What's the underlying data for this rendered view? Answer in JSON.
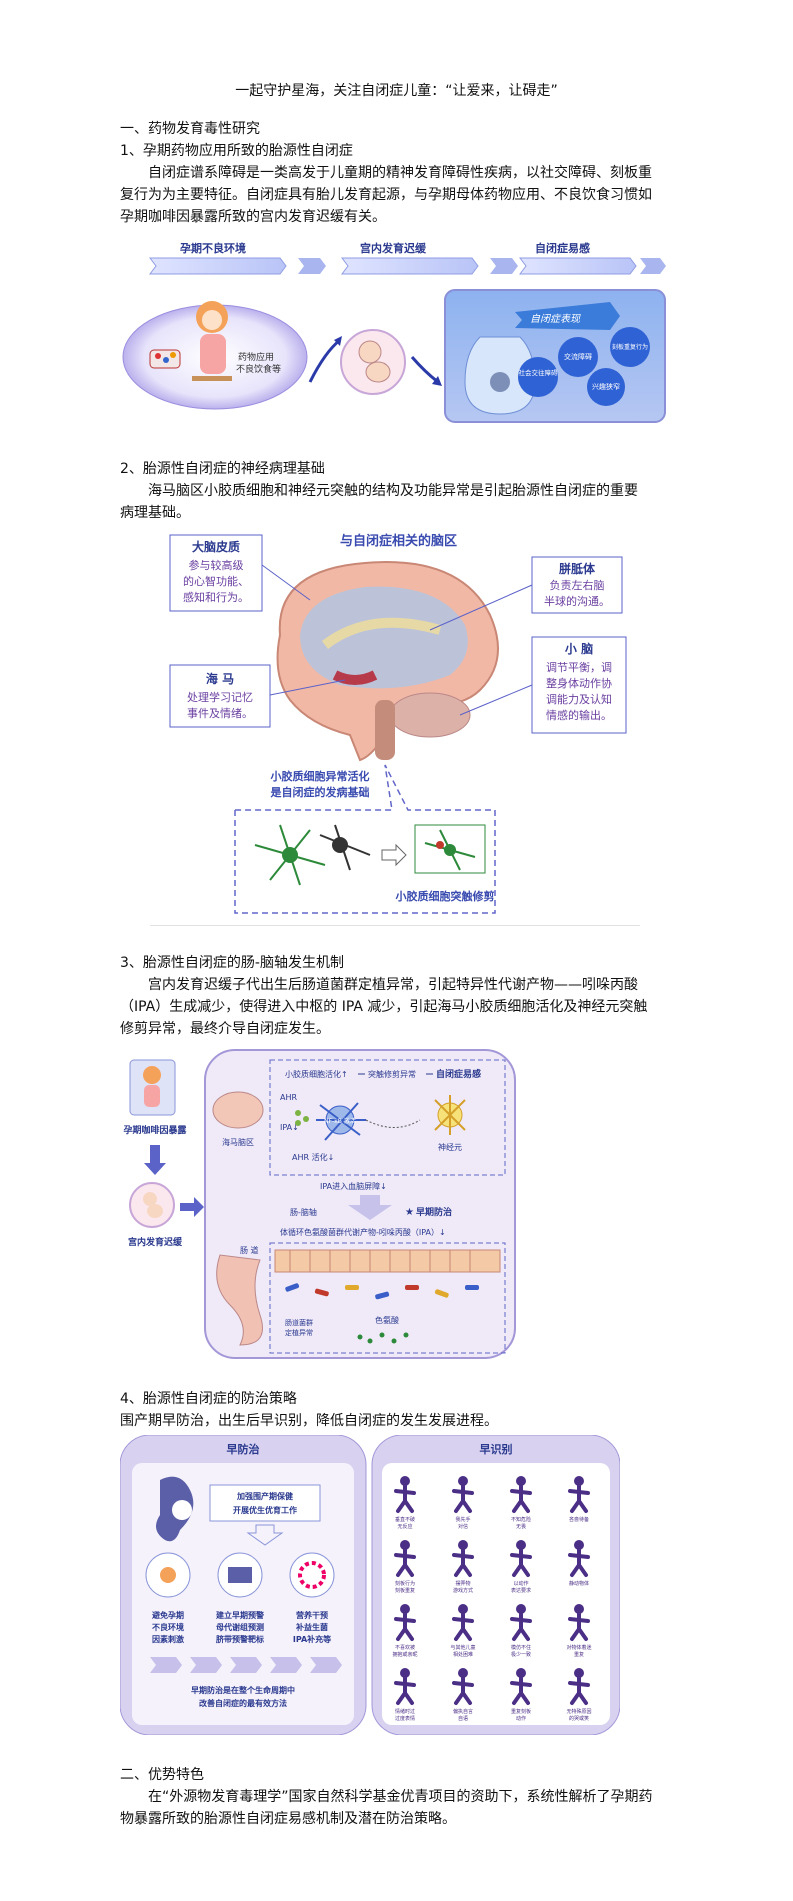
{
  "title": "一起守护星海，关注自闭症儿童：“让爱来，让碍走”",
  "section1": {
    "heading": "一、药物发育毒性研究",
    "sub1": {
      "heading": "1、孕期药物应用所致的胎源性自闭症",
      "lines": [
        "自闭症谱系障碍是一类高发于儿童期的精神发育障碍性疾病，以社交障碍、刻板重",
        "复行为为主要特征。自闭症具有胎儿发育起源，与孕期母体药物应用、不良饮食习惯如",
        "孕期咖啡因暴露所致的宫内发育迟缓有关。"
      ],
      "figure": {
        "stage1": "孕期不良环境",
        "stage2": "宫内发育迟缓",
        "stage3": "自闭症易感",
        "mother_label_1": "药物应用",
        "mother_label_2": "不良饮食等",
        "banner": "自闭症表现",
        "bubbles": [
          "社会交往障碍",
          "交流障碍",
          "刻板重复行为",
          "兴趣狭窄"
        ]
      }
    },
    "sub2": {
      "heading": "2、胎源性自闭症的神经病理基础",
      "lines": [
        "海马脑区小胶质细胞和神经元突触的结构及功能异常是引起胎源性自闭症的重要",
        "病理基础。"
      ],
      "figure": {
        "title": "与自闭症相关的脑区",
        "cortex_title": "大脑皮质",
        "cortex_desc": [
          "参与较高级",
          "的心智功能、",
          "感知和行为。"
        ],
        "callosum_title": "胼胝体",
        "callosum_desc": [
          "负责左右脑",
          "半球的沟通。"
        ],
        "hippo_title": "海 马",
        "hippo_desc": [
          "处理学习记忆",
          "事件及情绪。"
        ],
        "cerebellum_title": "小 脑",
        "cerebellum_desc": [
          "调节平衡，调",
          "整身体动作协",
          "调能力及认知",
          "情感的输出。"
        ],
        "microglia_note": [
          "小胶质细胞异常活化",
          "是自闭症的发病基础"
        ],
        "pruning_label": "小胶质细胞突触修剪"
      }
    },
    "sub3": {
      "heading": "3、胎源性自闭症的肠-脑轴发生机制",
      "lines": [
        "宫内发育迟缓子代出生后肠道菌群定植异常，引起特异性代谢产物——吲哚丙酸",
        "（IPA）生成减少，使得进入中枢的 IPA 减少，引起海马小胶质细胞活化及神经元突触",
        "修剪异常，最终介导自闭症发生。"
      ],
      "figure": {
        "left_label_1": "孕期咖啡因暴露",
        "left_label_2": "宫内发育迟缓",
        "hippo_region": "海马脑区",
        "chain": [
          "小胶质细胞活化↑",
          "突触修剪异常",
          "自闭症易感"
        ],
        "ahr": "AHR",
        "ipa": "IPA↓",
        "ahr_act": "AHR 活化↓",
        "nfkb": "NF-κB 激活",
        "neuron": "神经元",
        "bbb": "IPA进入血脑屏障↓",
        "axis": "肠-脑轴",
        "early": "早期防治",
        "metab": "体循环色氨酸菌群代谢产物-吲哚丙酸（IPA）↓",
        "gut": "肠 道",
        "flora": [
          "肠道菌群",
          "定植异常"
        ],
        "trp": "色氨酸"
      }
    },
    "sub4": {
      "heading": "4、胎源性自闭症的防治策略",
      "lines": [
        "围产期早防治，出生后早识别，降低自闭症的发生发展进程。"
      ],
      "figure": {
        "left_title": "早防治",
        "right_title": "早识别",
        "care_box": [
          "加强围产期保健",
          "开展优生优育工作"
        ],
        "items": [
          [
            "避免孕期",
            "不良环境",
            "因素刺激"
          ],
          [
            "建立早期预警",
            "母代谢组预测",
            "脐带预警靶标"
          ],
          [
            "营养干预",
            "补益生菌",
            "IPA补充等"
          ]
        ],
        "bottom_note": [
          "早期防治是在整个生命周期中",
          "改善自闭症的最有效方法"
        ],
        "signs": [
          [
            "垂直不破",
            "无反应"
          ],
          [
            "我先手",
            "对信"
          ],
          [
            "不知危险",
            "无畏"
          ],
          [
            "吝啬待备"
          ],
          [
            "刻板行为",
            "刻板重复"
          ],
          [
            "摆弄物",
            "游戏方式"
          ],
          [
            "以动作",
            "表达要求"
          ],
          [
            "静动物体"
          ],
          [
            "不喜欢被",
            "拥抱或亲昵"
          ],
          [
            "与其他儿童",
            "相处困难"
          ],
          [
            "模仿不住",
            "极少一致"
          ],
          [
            "对物体着迷",
            "重复"
          ],
          [
            "情绪时过",
            "过度表情"
          ],
          [
            "偏执自言",
            "自语"
          ],
          [
            "重复刻板",
            "动作"
          ],
          [
            "无特殊原因",
            "的哭或笑"
          ]
        ]
      }
    }
  },
  "section2": {
    "heading": "二、优势特色",
    "lines": [
      "在“外源物发育毒理学”国家自然科学基金优青项目的资助下，系统性解析了孕期药",
      "物暴露所致的胎源性自闭症易感机制及潜在防治策略。"
    ]
  },
  "colors": {
    "purple": "#6a4fb8",
    "light_purple": "#e8e2f7",
    "blue": "#3a5fc8",
    "accent_red": "#c0392b"
  }
}
